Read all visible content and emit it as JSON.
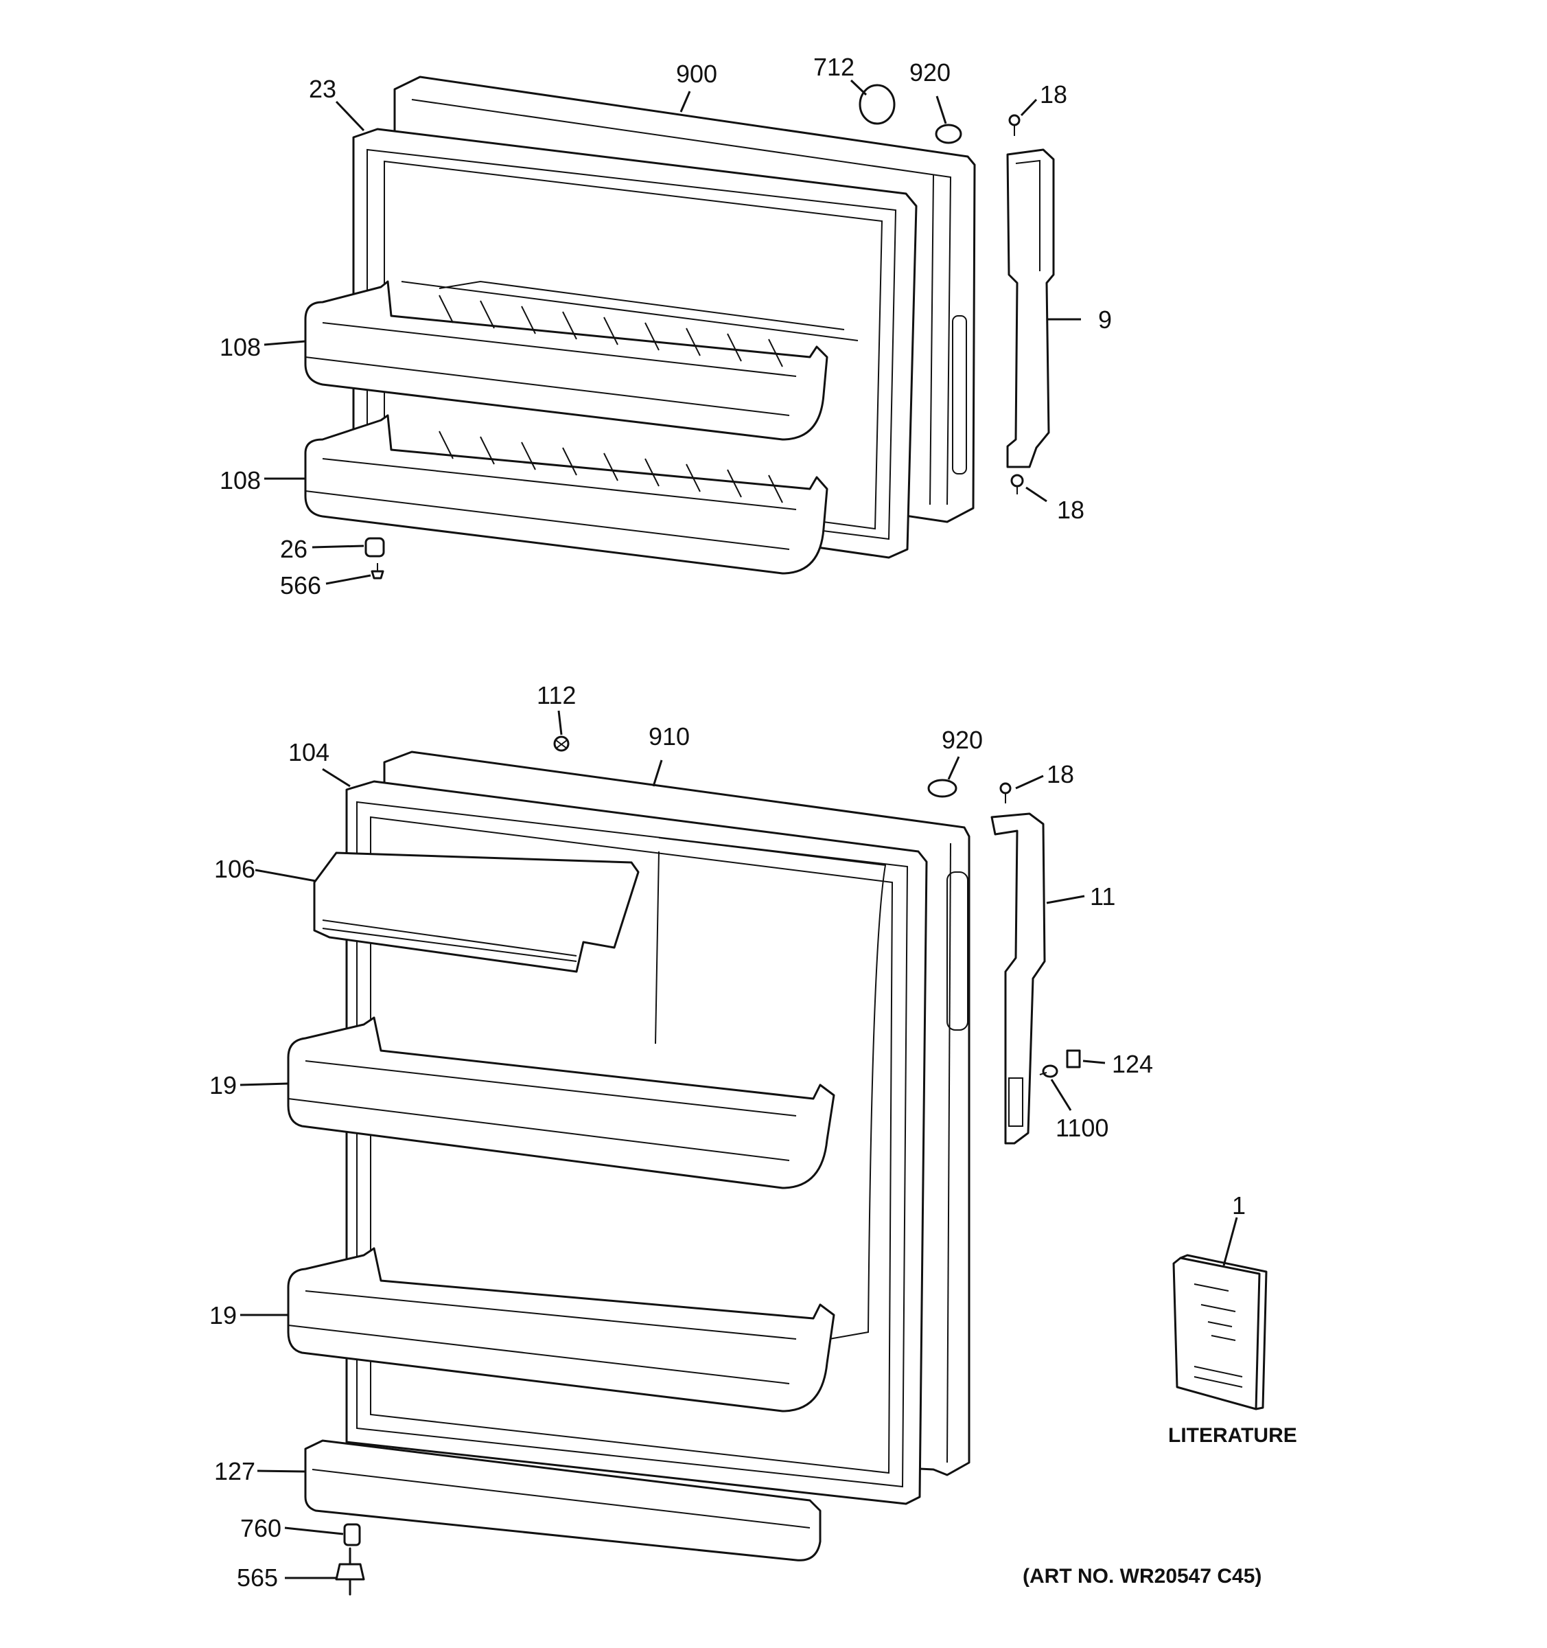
{
  "callouts": {
    "c900": "900",
    "c712": "712",
    "c920a": "920",
    "c18a": "18",
    "c23": "23",
    "c9": "9",
    "c108a": "108",
    "c108b": "108",
    "c18b": "18",
    "c26": "26",
    "c566": "566",
    "c112": "112",
    "c910": "910",
    "c920b": "920",
    "c104": "104",
    "c18c": "18",
    "c106": "106",
    "c11": "11",
    "c124": "124",
    "c19a": "19",
    "c1100": "1100",
    "c1": "1",
    "c19b": "19",
    "c127": "127",
    "c760": "760",
    "c565": "565"
  },
  "literature_label": "LITERATURE",
  "art_number": "(ART NO. WR20547 C45)"
}
